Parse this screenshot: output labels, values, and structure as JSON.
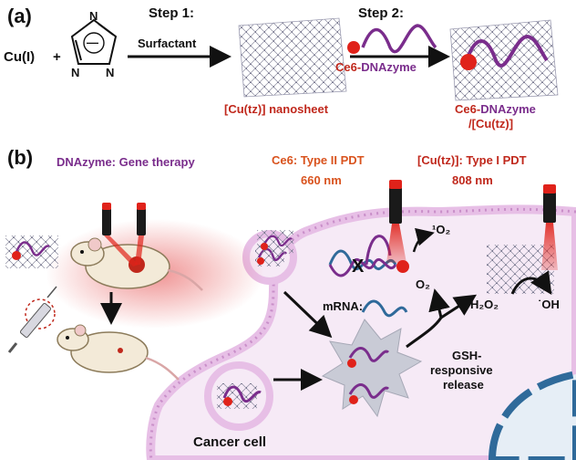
{
  "panel_a_label": "(a)",
  "panel_b_label": "(b)",
  "reactant_cu": "Cu(I)",
  "plus_sign": "+",
  "ring_n1": "N",
  "ring_n2": "N",
  "ring_n3": "N",
  "ring_minus": "—",
  "step1_title": "Step 1:",
  "step1_reagent": "Surfactant",
  "step2_title": "Step 2:",
  "step2_reagent_ce6": "Ce6-",
  "step2_reagent_dnazyme": "DNAzyme",
  "nanosheet_label": "[Cu(tz)] nanosheet",
  "product_ce6": "Ce6-",
  "product_dnazyme": "DNAzyme",
  "product_line2": "/[Cu(tz)]",
  "dnazyme_gene_therapy": "DNAzyme: Gene therapy",
  "ce6_pdt": "Ce6: Type II PDT",
  "ce6_wavelength": "660 nm",
  "cutz_pdt": "[Cu(tz)]: Type I PDT",
  "cutz_wavelength": "808 nm",
  "singlet_oxygen": "¹O₂",
  "oxygen": "O₂",
  "hydrogen_peroxide": "H₂O₂",
  "hydroxyl_radical": "˙OH",
  "mrna_label": "mRNA:",
  "gsh_line1": "GSH-",
  "gsh_line2": "responsive",
  "gsh_line3": "release",
  "cancer_cell_label": "Cancer cell",
  "colors": {
    "ce6_red": "#c0281c",
    "dnazyme_purple": "#7a2d8c",
    "membrane_pink": "#e7bfe6",
    "cell_interior": "#f6eaf6",
    "nucleus_blue": "#2f6a9a",
    "laser_red": "#e0221a"
  }
}
